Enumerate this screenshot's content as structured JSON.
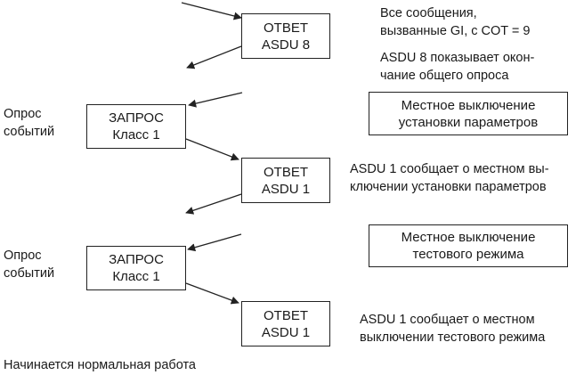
{
  "blocks": {
    "answer_asdu8": [
      "ОТВЕТ",
      "ASDU 8"
    ],
    "request_1": [
      "ЗАПРОС",
      "Класс 1"
    ],
    "answer_asdu1_a": [
      "ОТВЕТ",
      "ASDU 1"
    ],
    "request_2": [
      "ЗАПРОС",
      "Класс 1"
    ],
    "answer_asdu1_b": [
      "ОТВЕТ",
      "ASDU 1"
    ]
  },
  "events": {
    "local_param_off": [
      "Местное выключение",
      "установки параметров"
    ],
    "local_test_off": [
      "Местное выключение",
      "тестового режима"
    ]
  },
  "side_labels": {
    "event_poll_1": [
      "Опрос",
      "событий"
    ],
    "event_poll_2": [
      "Опрос",
      "событий"
    ]
  },
  "notes": {
    "all_messages_gi": [
      "Все сообщения,",
      "вызванные GI, с COT = 9"
    ],
    "asdu8_end": [
      "ASDU 8 показывает окон-",
      "чание общего опроса"
    ],
    "asdu1_param": [
      "ASDU 1 сообщает о местном вы-",
      "ключении установки параметров"
    ],
    "asdu1_test": [
      "ASDU 1 сообщает о местном",
      "выключении тестового режима"
    ],
    "normal_operation": [
      "Начинается нормальная работа"
    ]
  },
  "colors": {
    "line": "#222222",
    "text": "#1a1a1a",
    "background": "#ffffff"
  }
}
